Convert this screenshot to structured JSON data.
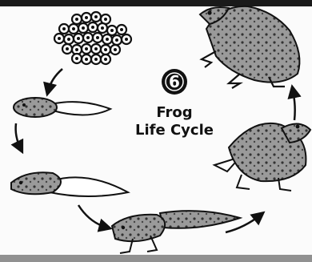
{
  "diagram": {
    "badge_number": "6",
    "title_line1": "Frog",
    "title_line2": "Life Cycle",
    "stages": [
      "eggs",
      "hatchling tadpole",
      "tadpole",
      "tadpole with legs",
      "froglet",
      "adult frog"
    ]
  },
  "colors": {
    "ink": "#111111",
    "badge": "#111111",
    "background": "#fbfbfb"
  }
}
